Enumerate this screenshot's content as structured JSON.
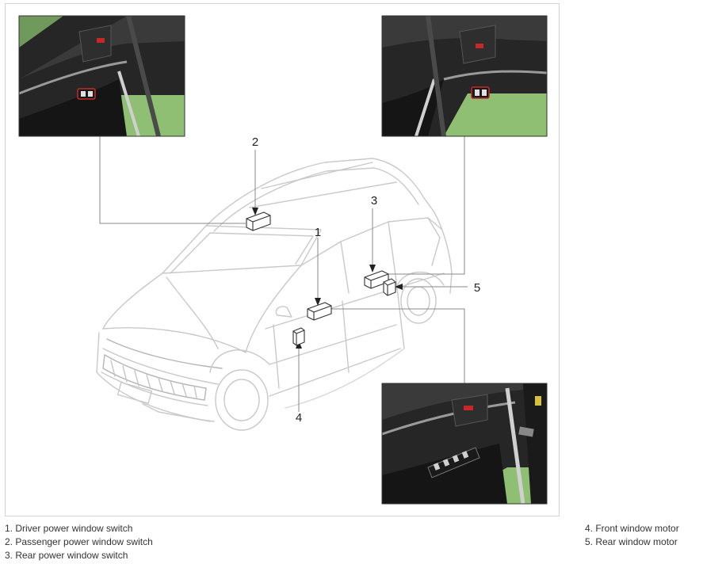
{
  "callouts": [
    {
      "number": "1"
    },
    {
      "number": "2"
    },
    {
      "number": "3"
    },
    {
      "number": "4"
    },
    {
      "number": "5"
    }
  ],
  "legend": {
    "left": [
      "1. Driver power window switch",
      "2. Passenger power window switch",
      "3. Rear power window switch"
    ],
    "right": [
      "4. Front window motor",
      "5. Rear window motor"
    ]
  },
  "colors": {
    "line": "#8a8a8a",
    "car_outline": "#c9c9c9",
    "interior_dark": "#1f1f1f",
    "green_floor": "#8fbf73",
    "switch_red": "#c62828"
  }
}
